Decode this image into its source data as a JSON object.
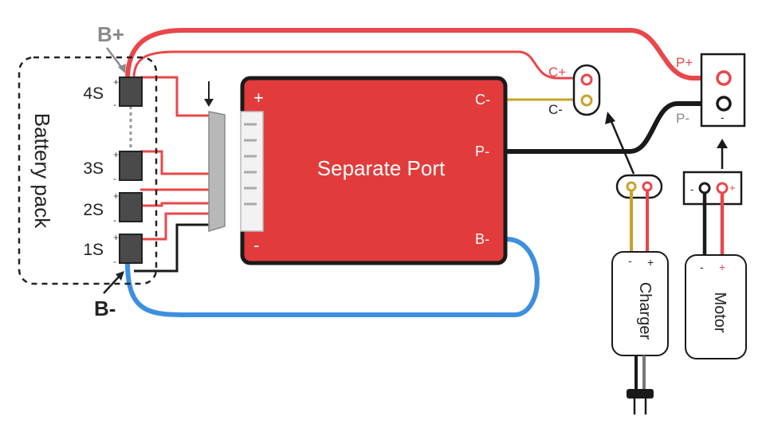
{
  "battery": {
    "title": "Battery pack",
    "b_plus": "B+",
    "b_minus": "B-",
    "cells": [
      "4S",
      "3S",
      "2S",
      "1S"
    ],
    "plus_sign": "+",
    "minus_sign": "-"
  },
  "board": {
    "title": "Separate Port",
    "plus": "+",
    "minus": "-",
    "c_minus": "C-",
    "p_minus": "P-",
    "b_minus": "B-",
    "color": "#e23b3b"
  },
  "charge_port": {
    "c_plus": "C+",
    "c_minus": "C-"
  },
  "output_port": {
    "p_plus": "P+",
    "p_minus": "P-",
    "minus_sign": "-"
  },
  "charger": {
    "title": "Charger",
    "minus": "-",
    "plus": "+"
  },
  "motor": {
    "title": "Motor",
    "minus": "-",
    "plus": "+"
  },
  "colors": {
    "red": "#e8474b",
    "black": "#1a1a1a",
    "blue": "#3d8fe0",
    "gold": "#c9a22a",
    "gray": "#888888"
  }
}
